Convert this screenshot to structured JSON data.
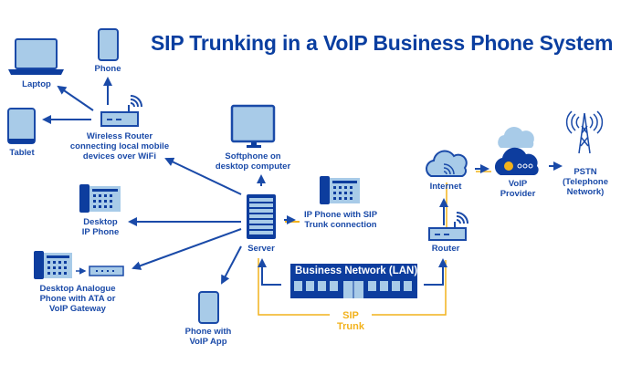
{
  "title": "SIP Trunking in a VoIP Business Phone System",
  "colors": {
    "primary": "#1a4aa8",
    "dark": "#0d3d9e",
    "light_fill": "#a8cbe8",
    "sip_trunk": "#f2b21c",
    "background": "#ffffff"
  },
  "nodes": {
    "laptop": {
      "label": "Laptop",
      "icon": "laptop-icon"
    },
    "phone": {
      "label": "Phone",
      "icon": "smartphone-icon"
    },
    "tablet": {
      "label": "Tablet",
      "icon": "tablet-icon"
    },
    "wireless_router": {
      "label": "Wireless Router\nconnecting local mobile\ndevices over WiFi",
      "icon": "wireless-router-icon"
    },
    "softphone": {
      "label": "Softphone on\ndesktop computer",
      "icon": "monitor-icon"
    },
    "desktop_ip_phone": {
      "label": "Desktop\nIP Phone",
      "icon": "desk-phone-icon"
    },
    "ip_phone_sip": {
      "label": "IP Phone with SIP\nTrunk connection",
      "icon": "desk-phone-icon"
    },
    "server": {
      "label": "Server",
      "icon": "server-icon"
    },
    "analogue_phone": {
      "label": "Desktop Analogue\nPhone with ATA or\nVoIP Gateway",
      "icon": "desk-phone-icon"
    },
    "voip_app_phone": {
      "label": "Phone with\nVoIP App",
      "icon": "smartphone-icon"
    },
    "lan": {
      "label": "Business Network (LAN)",
      "icon": "network-switch-icon"
    },
    "router": {
      "label": "Router",
      "icon": "wireless-router-icon"
    },
    "internet": {
      "label": "Internet",
      "icon": "cloud-wifi-icon"
    },
    "voip_provider": {
      "label": "VoIP\nProvider",
      "icon": "cloud-icon"
    },
    "pstn": {
      "label": "PSTN\n(Telephone\nNetwork)",
      "icon": "cell-tower-icon"
    }
  },
  "sip_trunk_label": "SIP\nTrunk"
}
